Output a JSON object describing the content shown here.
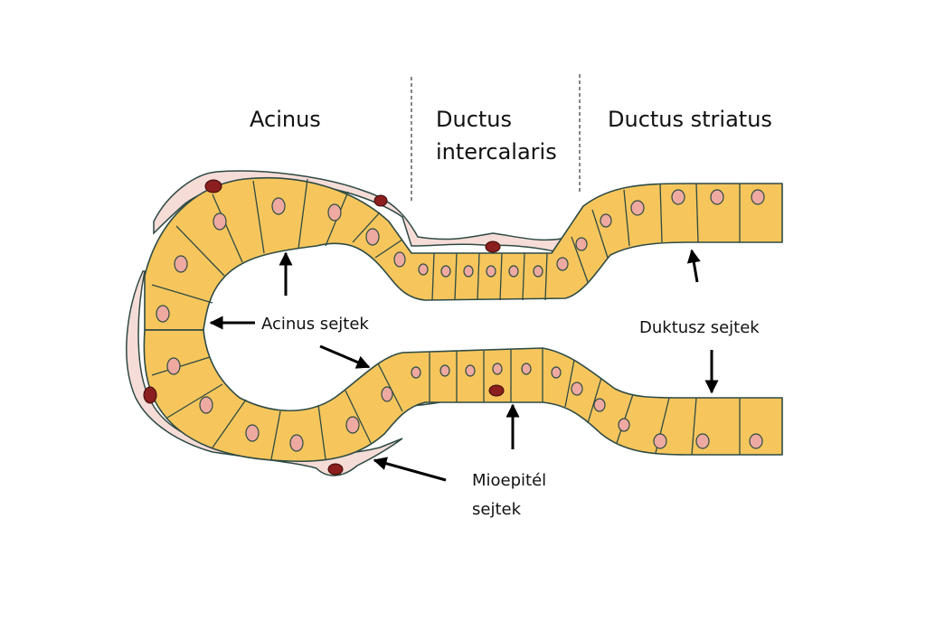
{
  "headers": {
    "acinus": "Acinus",
    "intercalaris_1": "Ductus",
    "intercalaris_2": "intercalaris",
    "striatus": "Ductus striatus"
  },
  "annotations": {
    "acinus_cells": "Acinus sejtek",
    "duct_cells": "Duktusz sejtek",
    "myo_1": "Mioepitél",
    "myo_2": "sejtek"
  },
  "colors": {
    "cell_fill": "#f6c65c",
    "cell_stroke": "#2e4a44",
    "nucleus_fill": "#eea9a0",
    "stroma_fill": "#f6dcd7",
    "myo_nucleus": "#8b1e1e"
  }
}
